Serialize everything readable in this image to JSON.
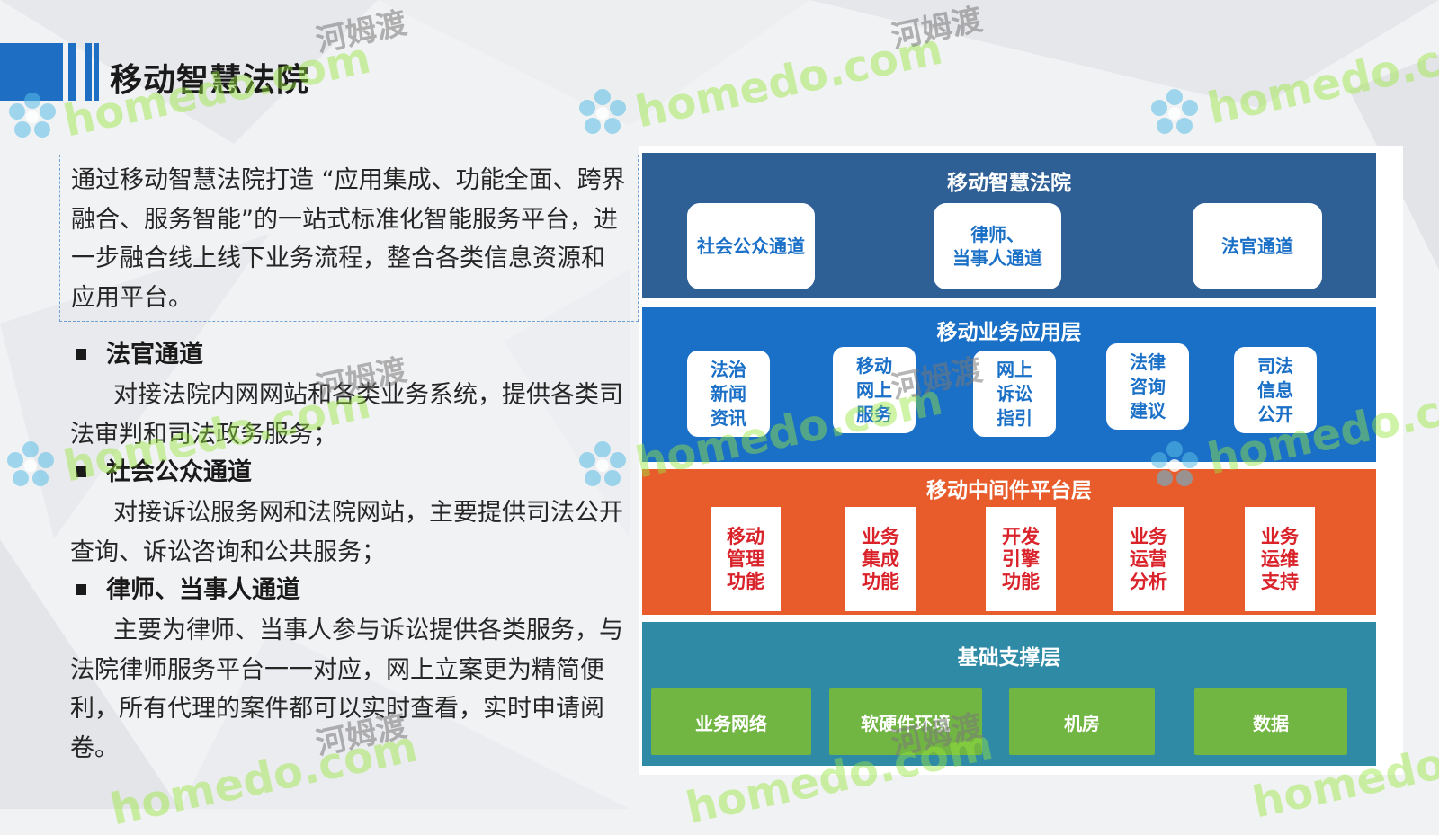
{
  "page": {
    "title": "移动智慧法院",
    "intro": "通过移动智慧法院打造 “应用集成、功能全面、跨界融合、服务智能”的一站式标准化智能服务平台，进一步融合线上线下业务流程，整合各类信息资源和应用平台。",
    "bullets": [
      {
        "head": "法官通道",
        "body": "对接法院内网网站和各类业务系统，提供各类司法审判和司法政务服务；"
      },
      {
        "head": "社会公众通道",
        "body": "对接诉讼服务网和法院网站，主要提供司法公开查询、诉讼咨询和公共服务；"
      },
      {
        "head": "律师、当事人通道",
        "body": "主要为律师、当事人参与诉讼提供各类服务，与法院律师服务平台一一对应，网上立案更为精简便利，所有代理的案件都可以实时查看，实时申请阅卷。"
      }
    ]
  },
  "diagram": {
    "layer1": {
      "title": "移动智慧法院",
      "boxes": [
        "社会公众通道",
        "律师、\n当事人通道",
        "法官通道"
      ]
    },
    "layer2": {
      "title": "移动业务应用层",
      "boxes": [
        "法治\n新闻\n资讯",
        "移动\n网上\n服务",
        "网上\n诉讼\n指引",
        "法律\n咨询\n建议",
        "司法\n信息\n公开"
      ]
    },
    "layer3": {
      "title": "移动中间件平台层",
      "boxes": [
        "移动\n管理\n功能",
        "业务\n集成\n功能",
        "开发\n引擎\n功能",
        "业务\n运营\n分析",
        "业务\n运维\n支持"
      ]
    },
    "layer4": {
      "title": "基础支撑层",
      "boxes": [
        "业务网络",
        "软硬件环境",
        "机房",
        "数据"
      ]
    }
  },
  "watermark": {
    "latin": "homedo.com",
    "cjk": "河姆渡"
  },
  "colors": {
    "accent": "#1e6fc4",
    "layer1": "#2e5f95",
    "layer2": "#1a6fc6",
    "layer3": "#e85c2c",
    "layer4": "#2f8aa6",
    "green": "#71b543",
    "red_text": "#d9222a"
  }
}
